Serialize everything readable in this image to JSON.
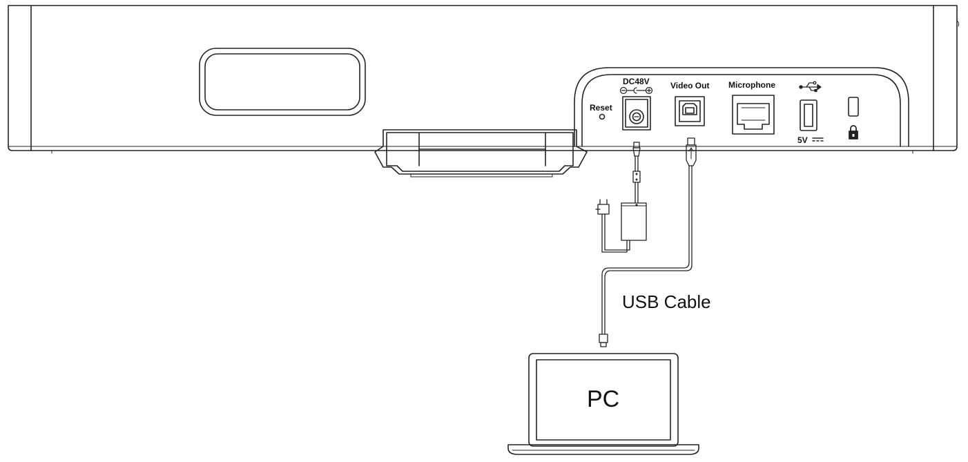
{
  "device": {
    "ports": {
      "reset": "Reset",
      "dc_power": "DC48V",
      "video_out": "Video Out",
      "microphone": "Microphone",
      "usb_power": "5V"
    }
  },
  "cable_label": "USB Cable",
  "computer_label": "PC",
  "colors": {
    "stroke": "#222222",
    "background": "#ffffff"
  },
  "icons": [
    "usb-symbol-icon",
    "polarity-icon",
    "dc-symbol-icon",
    "lock-icon",
    "power-plug-icon",
    "power-adapter-icon",
    "laptop-icon"
  ]
}
